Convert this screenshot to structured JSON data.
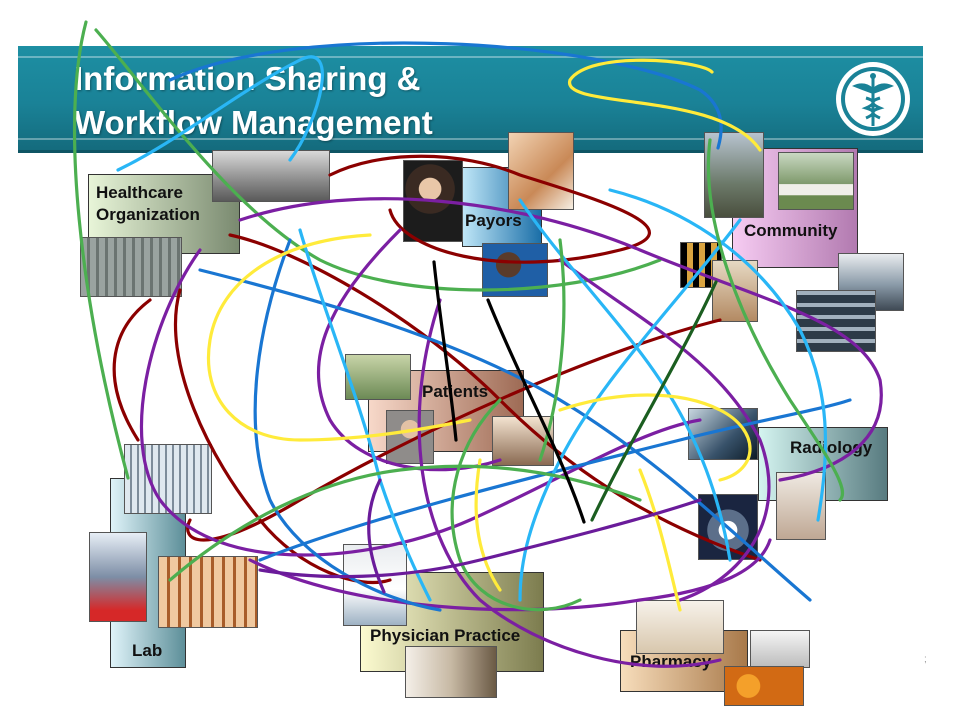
{
  "title": {
    "line1": "Information Sharing &",
    "line2": "Workflow Management"
  },
  "emblem_icon": "caduceus-icon",
  "nodes": {
    "healthcare_org": "Healthcare\nOrganization",
    "payors": "Payors",
    "community": "Community",
    "patients": "Patients",
    "radiology": "Radiology",
    "lab": "Lab",
    "physician_practice": "Physician Practice",
    "pharmacy": "Pharmacy"
  },
  "colors": {
    "banner": "#1a8297",
    "line_colors": [
      "#7b1fa2",
      "#1976d2",
      "#29b6f6",
      "#ffeb3b",
      "#4caf50",
      "#8b0000",
      "#6a1b9a",
      "#000000"
    ]
  }
}
